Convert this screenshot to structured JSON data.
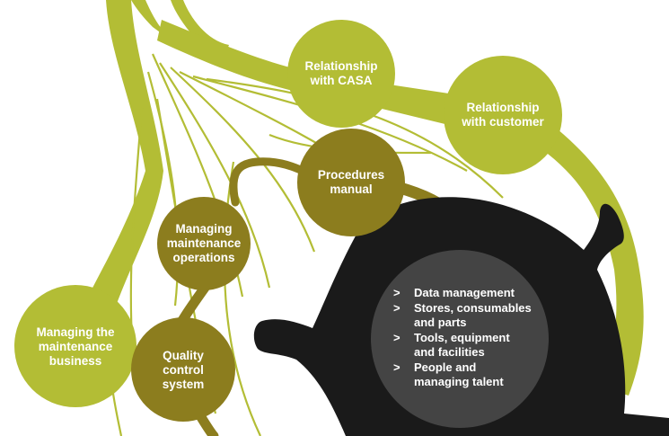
{
  "colors": {
    "lime": "#b3bd35",
    "olive": "#8c7d1e",
    "black": "#1a1a1a",
    "grey_circle": "#444444",
    "text": "#ffffff"
  },
  "nodes": {
    "relationship_casa": [
      "Relationship",
      "with CASA"
    ],
    "relationship_customer": [
      "Relationship",
      "with customer"
    ],
    "procedures_manual": [
      "Procedures",
      "manual"
    ],
    "managing_operations": [
      "Managing",
      "maintenance",
      "operations"
    ],
    "managing_business": [
      "Managing the",
      "maintenance",
      "business"
    ],
    "quality_control": [
      "Quality",
      "control",
      "system"
    ]
  },
  "list": {
    "bullet": ">",
    "items": [
      [
        "Data management"
      ],
      [
        "Stores, consumables",
        "and parts"
      ],
      [
        "Tools, equipment",
        "and facilities"
      ],
      [
        "People and",
        "managing talent"
      ]
    ]
  }
}
